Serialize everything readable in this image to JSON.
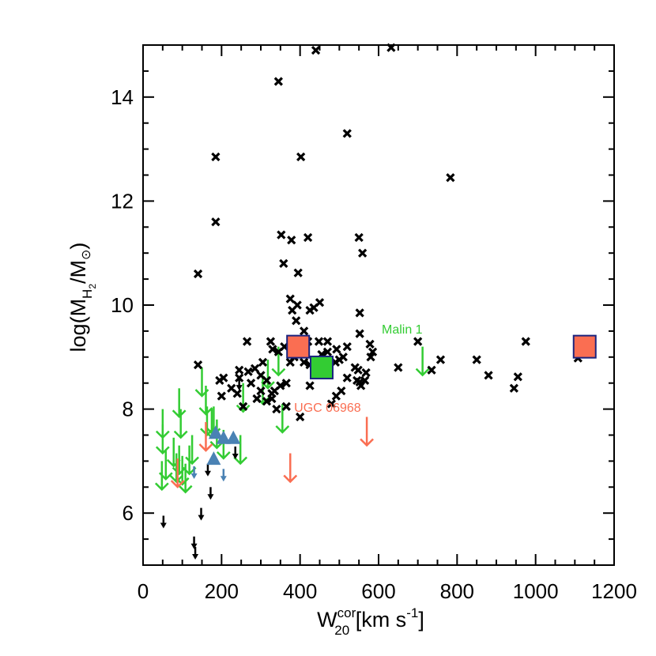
{
  "chart_data": {
    "type": "scatter",
    "title": "",
    "xlabel": {
      "main": "W",
      "sub": "20",
      "sup": "cor",
      "unit_prefix": " [km s",
      "unit_sup": "-1",
      "unit_suffix": "]"
    },
    "ylabel": {
      "prefix": "log(M",
      "sub": "H",
      "subsub": "2",
      "middle": "/M",
      "sun": "⊙",
      "suffix": ")"
    },
    "xlim": [
      0,
      1200
    ],
    "ylim": [
      5,
      15
    ],
    "xticks": [
      0,
      200,
      400,
      600,
      800,
      1000,
      1200
    ],
    "xtick_labels": [
      "0",
      "200",
      "400",
      "600",
      "800",
      "1000",
      "1200"
    ],
    "yticks": [
      6,
      8,
      10,
      12,
      14
    ],
    "ytick_labels": [
      "6",
      "8",
      "10",
      "12",
      "14"
    ],
    "grid": false,
    "colors": {
      "detections": "#000000",
      "green": "#33cc33",
      "salmon": "#fa6e52",
      "blue": "#4a82b4",
      "square_border": "#1a237e"
    },
    "annotations": [
      {
        "text": "Malin 1",
        "x": 660,
        "y": 9.45,
        "color": "#33cc33"
      },
      {
        "text": "UGC 06968",
        "x": 470,
        "y": 7.95,
        "color": "#fa6e52"
      }
    ],
    "series": [
      {
        "marker": "x",
        "color": "#000000",
        "points": [
          [
            440,
            14.9
          ],
          [
            632,
            14.95
          ],
          [
            345,
            14.3
          ],
          [
            520,
            13.3
          ],
          [
            185,
            12.85
          ],
          [
            402,
            12.85
          ],
          [
            783,
            12.45
          ],
          [
            185,
            11.6
          ],
          [
            352,
            11.35
          ],
          [
            420,
            11.3
          ],
          [
            378,
            11.25
          ],
          [
            550,
            11.3
          ],
          [
            559,
            11.0
          ],
          [
            358,
            10.8
          ],
          [
            395,
            10.62
          ],
          [
            140,
            10.6
          ],
          [
            393,
            10.0
          ],
          [
            380,
            9.9
          ],
          [
            425,
            9.9
          ],
          [
            435,
            9.95
          ],
          [
            450,
            10.05
          ],
          [
            375,
            10.12
          ],
          [
            552,
            9.85
          ],
          [
            552,
            9.45
          ],
          [
            410,
            9.5
          ],
          [
            325,
            9.3
          ],
          [
            390,
            9.7
          ],
          [
            265,
            9.3
          ],
          [
            448,
            9.3
          ],
          [
            470,
            9.3
          ],
          [
            493,
            9.15
          ],
          [
            520,
            9.2
          ],
          [
            578,
            9.25
          ],
          [
            580,
            9.0
          ],
          [
            585,
            9.1
          ],
          [
            650,
            8.8
          ],
          [
            700,
            9.3
          ],
          [
            758,
            8.95
          ],
          [
            735,
            8.75
          ],
          [
            850,
            8.95
          ],
          [
            880,
            8.65
          ],
          [
            945,
            8.4
          ],
          [
            955,
            8.62
          ],
          [
            975,
            9.3
          ],
          [
            1108,
            8.98
          ],
          [
            140,
            8.85
          ],
          [
            245,
            8.75
          ],
          [
            245,
            8.6
          ],
          [
            275,
            8.5
          ],
          [
            300,
            8.65
          ],
          [
            315,
            8.55
          ],
          [
            328,
            8.3
          ],
          [
            335,
            8.35
          ],
          [
            350,
            8.45
          ],
          [
            365,
            8.5
          ],
          [
            375,
            8.9
          ],
          [
            385,
            9.0
          ],
          [
            410,
            8.9
          ],
          [
            425,
            8.85
          ],
          [
            460,
            8.8
          ],
          [
            490,
            8.9
          ],
          [
            510,
            9.0
          ],
          [
            520,
            8.6
          ],
          [
            540,
            8.8
          ],
          [
            548,
            8.75
          ],
          [
            552,
            8.52
          ],
          [
            565,
            8.55
          ],
          [
            568,
            8.7
          ],
          [
            545,
            8.55
          ],
          [
            555,
            8.45
          ],
          [
            395,
            9.2
          ],
          [
            420,
            9.3
          ],
          [
            345,
            9.1
          ],
          [
            330,
            9.15
          ],
          [
            360,
            9.2
          ],
          [
            455,
            9.05
          ],
          [
            470,
            9.1
          ],
          [
            500,
            8.95
          ],
          [
            200,
            8.25
          ],
          [
            255,
            8.05
          ],
          [
            290,
            8.2
          ],
          [
            300,
            8.35
          ],
          [
            315,
            8.15
          ],
          [
            328,
            8.2
          ],
          [
            340,
            8.0
          ],
          [
            365,
            8.05
          ],
          [
            400,
            7.85
          ],
          [
            425,
            8.45
          ],
          [
            480,
            8.1
          ],
          [
            492,
            8.25
          ],
          [
            505,
            8.35
          ],
          [
            268,
            8.72
          ],
          [
            285,
            8.78
          ],
          [
            305,
            8.9
          ],
          [
            195,
            8.55
          ],
          [
            205,
            8.6
          ],
          [
            225,
            8.4
          ],
          [
            240,
            8.3
          ]
        ]
      },
      {
        "marker": "down-arrow-small",
        "color": "#000000",
        "points": [
          [
            52,
            5.95
          ],
          [
            148,
            6.1
          ],
          [
            130,
            5.55
          ],
          [
            133,
            5.35
          ],
          [
            165,
            6.95
          ],
          [
            172,
            6.5
          ],
          [
            235,
            7.28
          ],
          [
            245,
            8.6
          ]
        ]
      },
      {
        "marker": "down-arrow",
        "color": "#33cc33",
        "points": [
          [
            50,
            8.0
          ],
          [
            50,
            7.7
          ],
          [
            48,
            7.0
          ],
          [
            58,
            7.2
          ],
          [
            78,
            7.45
          ],
          [
            85,
            7.15
          ],
          [
            92,
            7.3
          ],
          [
            100,
            7.1
          ],
          [
            108,
            6.95
          ],
          [
            118,
            7.3
          ],
          [
            125,
            7.5
          ],
          [
            92,
            8.4
          ],
          [
            96,
            8.0
          ],
          [
            150,
            8.8
          ],
          [
            160,
            8.45
          ],
          [
            163,
            8.05
          ],
          [
            175,
            8.0
          ],
          [
            180,
            8.05
          ],
          [
            188,
            7.8
          ],
          [
            205,
            7.6
          ],
          [
            248,
            7.5
          ],
          [
            255,
            8.5
          ],
          [
            305,
            8.65
          ],
          [
            318,
            8.95
          ],
          [
            345,
            9.2
          ],
          [
            355,
            8.1
          ],
          [
            712,
            9.2
          ]
        ]
      },
      {
        "marker": "down-arrow",
        "color": "#fa6e52",
        "points": [
          [
            88,
            7.05
          ],
          [
            160,
            7.75
          ],
          [
            375,
            7.15
          ],
          [
            570,
            7.85
          ]
        ]
      },
      {
        "marker": "down-arrow-small",
        "color": "#4a82b4",
        "points": [
          [
            130,
            6.9
          ],
          [
            205,
            6.85
          ]
        ]
      },
      {
        "marker": "triangle",
        "color": "#4a82b4",
        "points": [
          [
            180,
            7.05
          ],
          [
            205,
            7.45
          ],
          [
            185,
            7.55
          ],
          [
            230,
            7.45
          ]
        ]
      },
      {
        "marker": "square",
        "color": "#fa6e52",
        "points": [
          [
            395,
            9.2
          ],
          [
            1125,
            9.2
          ]
        ]
      },
      {
        "marker": "square",
        "color": "#33cc33",
        "points": [
          [
            455,
            8.8
          ]
        ]
      }
    ]
  }
}
